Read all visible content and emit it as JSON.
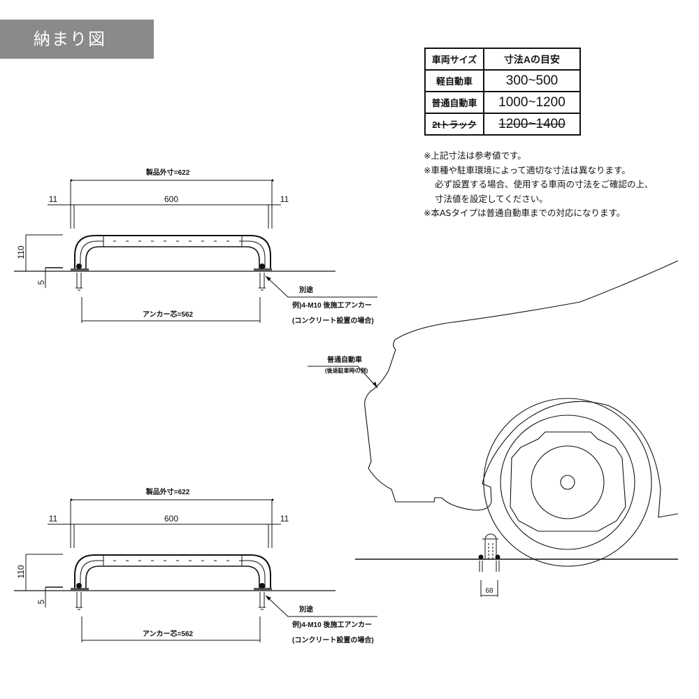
{
  "title": "納まり図",
  "table": {
    "headers": [
      "車両サイズ",
      "寸法Aの目安"
    ],
    "rows": [
      {
        "vehicle": "軽自動車",
        "dimension": "300~500",
        "struck": false
      },
      {
        "vehicle": "普通自動車",
        "dimension": "1000~1200",
        "struck": false
      },
      {
        "vehicle": "2tトラック",
        "dimension": "1200~1400",
        "struck": true
      }
    ]
  },
  "notes": [
    "※上記寸法は参考値です。",
    "※車種や駐車環境によって適切な寸法は異なります。",
    "必ず設置する場合、使用する車両の寸法をご確認の上、",
    "寸法値を設定してください。",
    "※本ASタイプは普通自動車までの対応になります。"
  ],
  "drawing": {
    "overall": "製品外寸=622",
    "left_margin": "11",
    "inner": "600",
    "right_margin": "11",
    "height": "110",
    "base": "5",
    "anchor_pitch": "アンカー芯=562",
    "anchor_note_1": "別途",
    "anchor_note_2": "例)4-M10 後施工アンカー",
    "anchor_note_3": "(コンクリート設置の場合)"
  },
  "side_view": {
    "vehicle_label": "普通自動車",
    "vehicle_sub": "(後退駐車時の例)",
    "width_dim": "68"
  }
}
